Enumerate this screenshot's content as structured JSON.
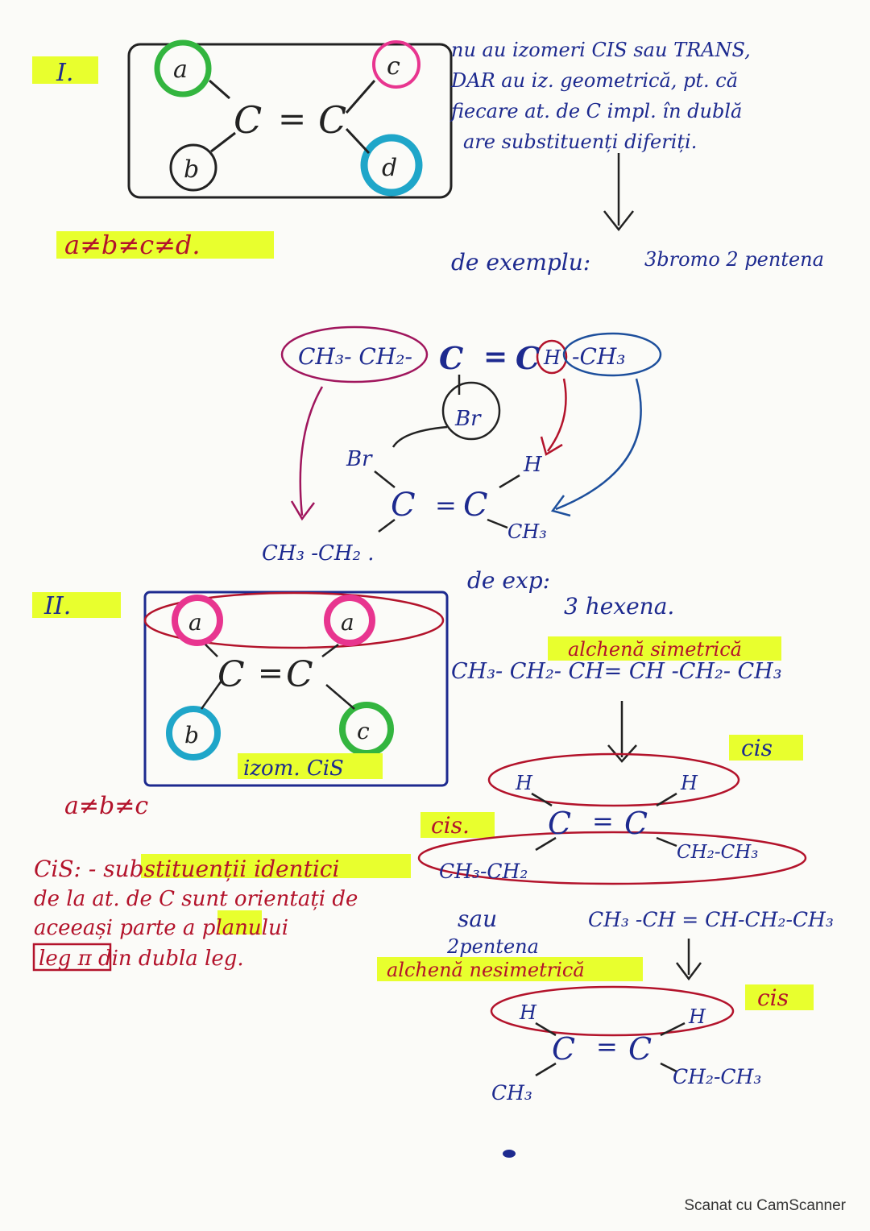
{
  "section1": {
    "numeral": "I.",
    "sub_a": "a",
    "sub_b": "b",
    "sub_c": "c",
    "sub_d": "d",
    "cc_left": "C",
    "cc_eq": "=",
    "cc_right": "C",
    "inequality": "a≠b≠c≠d.",
    "note_lines": [
      "nu au izomeri CIS sau TRANS,",
      "DAR au iz. geometrică, pt. că",
      "fiecare at. de C impl. în dublă",
      "are substituenți diferiți."
    ],
    "example_label": "de exemplu:",
    "example_name": "3bromo 2 pentena",
    "chain_left": "CH₃- CH₂-",
    "chain_c1": "C",
    "chain_eq": "=",
    "chain_c2": "C",
    "chain_h": "H",
    "chain_right": "-CH₃",
    "chain_br": "Br",
    "iso_br": "Br",
    "iso_h": "H",
    "iso_c1": "C",
    "iso_eq": "=",
    "iso_c2": "C",
    "iso_ch3": "CH₃",
    "iso_ethyl": "CH₃ -CH₂ ."
  },
  "section2": {
    "numeral": "II.",
    "sub_a1": "a",
    "sub_a2": "a",
    "sub_b": "b",
    "sub_c": "c",
    "cc_left": "C",
    "cc_eq": "=",
    "cc_right": "C",
    "isomer_label": "izom. CiS",
    "inequality": "a≠b≠c",
    "cis_def_lines": [
      "CiS: - substituenții identici",
      "de la at. de C sunt orientați de",
      "aceeași parte a planului",
      "leg π din dubla leg."
    ],
    "example_label": "de exp:",
    "example1_name": "3 hexena.",
    "example1_type": "alchenă simetrică",
    "example1_formula": "CH₃- CH₂- CH= CH -CH₂- CH₃",
    "cis_tag1": "cis",
    "cis_left_tag": "cis.",
    "ex1_h_left": "H",
    "ex1_h_right": "H",
    "ex1_c1": "C",
    "ex1_eq": "=",
    "ex1_c2": "C",
    "ex1_left_group": "CH₃-CH₂",
    "ex1_right_group": "CH₂-CH₃",
    "or_label": "sau",
    "example2_name": "2pentena",
    "example2_type": "alchenă nesimetrică",
    "example2_formula": "CH₃ -CH = CH-CH₂-CH₃",
    "cis_tag2": "cis",
    "ex2_h_left": "H",
    "ex2_h_right": "H",
    "ex2_c1": "C",
    "ex2_eq": "=",
    "ex2_c2": "C",
    "ex2_left_group": "CH₃",
    "ex2_right_group": "CH₂-CH₃"
  },
  "footer": "Scanat cu CamScanner",
  "colors": {
    "green": "#33b53f",
    "magenta": "#e8358f",
    "cyan": "#1fa6c9",
    "navy": "#1d2a8f",
    "red": "#b3132b",
    "highlight": "#e8ff2e"
  }
}
